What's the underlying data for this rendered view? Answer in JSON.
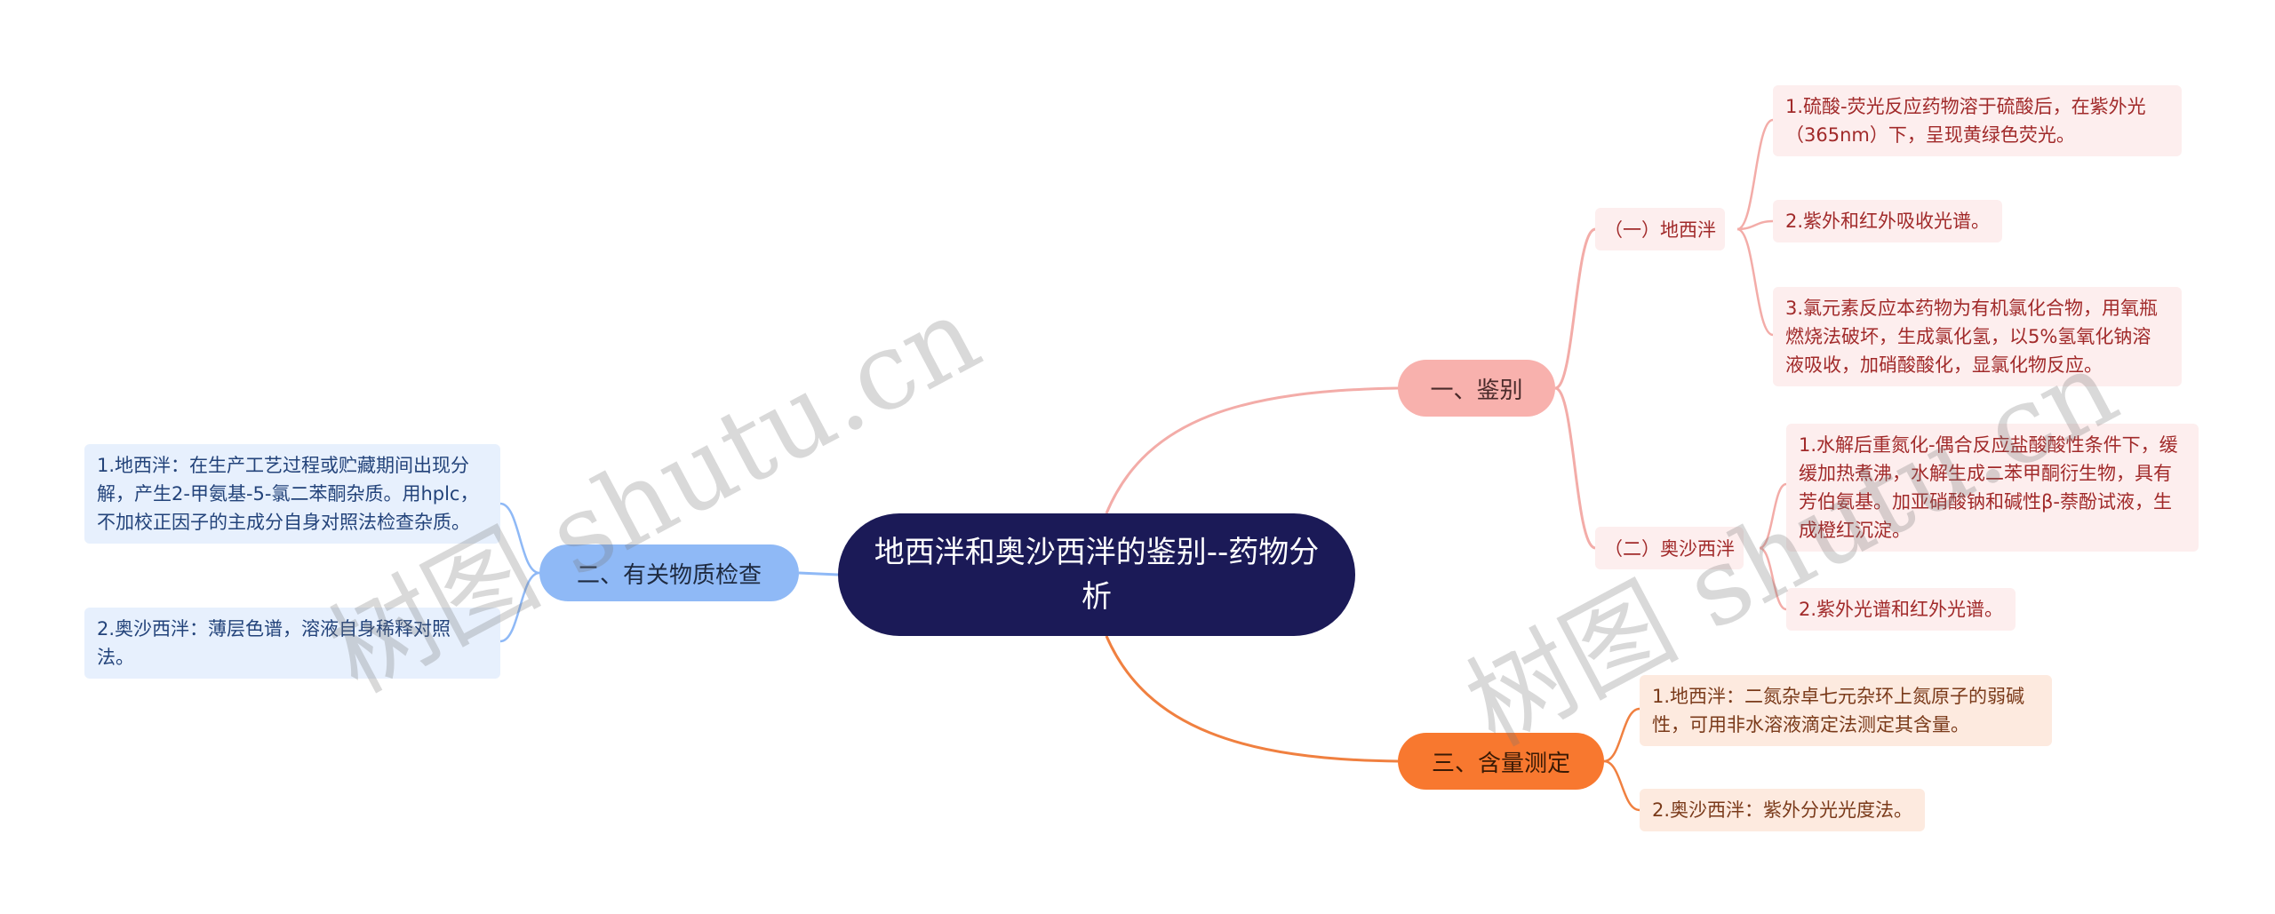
{
  "root": {
    "title": "地西泮和奥沙西泮的鉴别--药物分析"
  },
  "branches": {
    "identification": {
      "label": "一、鉴别",
      "diazepam": {
        "label": "（一）地西泮",
        "items": [
          "1.硫酸-荧光反应药物溶于硫酸后，在紫外光（365nm）下，呈现黄绿色荧光。",
          "2.紫外和红外吸收光谱。",
          "3.氯元素反应本药物为有机氯化合物，用氧瓶燃烧法破坏，生成氯化氢，以5%氢氧化钠溶液吸收，加硝酸酸化，显氯化物反应。"
        ]
      },
      "oxazepam": {
        "label": "（二）奥沙西泮",
        "items": [
          "1.水解后重氮化-偶合反应盐酸酸性条件下，缓缓加热煮沸，水解生成二苯甲酮衍生物，具有芳伯氨基。加亚硝酸钠和碱性β-萘酚试液，生成橙红沉淀。",
          "2.紫外光谱和红外光谱。"
        ]
      }
    },
    "impurities": {
      "label": "二、有关物质检查",
      "items": [
        "1.地西泮：在生产工艺过程或贮藏期间出现分解，产生2-甲氨基-5-氯二苯酮杂质。用hplc，不加校正因子的主成分自身对照法检查杂质。",
        "2.奥沙西泮：薄层色谱，溶液自身稀释对照法。"
      ]
    },
    "assay": {
      "label": "三、含量测定",
      "items": [
        "1.地西泮：二氮杂卓七元杂环上氮原子的弱碱性，可用非水溶液滴定法测定其含量。",
        "2.奥沙西泮：紫外分光光度法。"
      ]
    }
  },
  "watermark": "树图 shutu.cn",
  "colors": {
    "root": "#1b1a57",
    "identification": "#f8b1ad",
    "impurities": "#8fb9f6",
    "assay": "#f8782f"
  }
}
